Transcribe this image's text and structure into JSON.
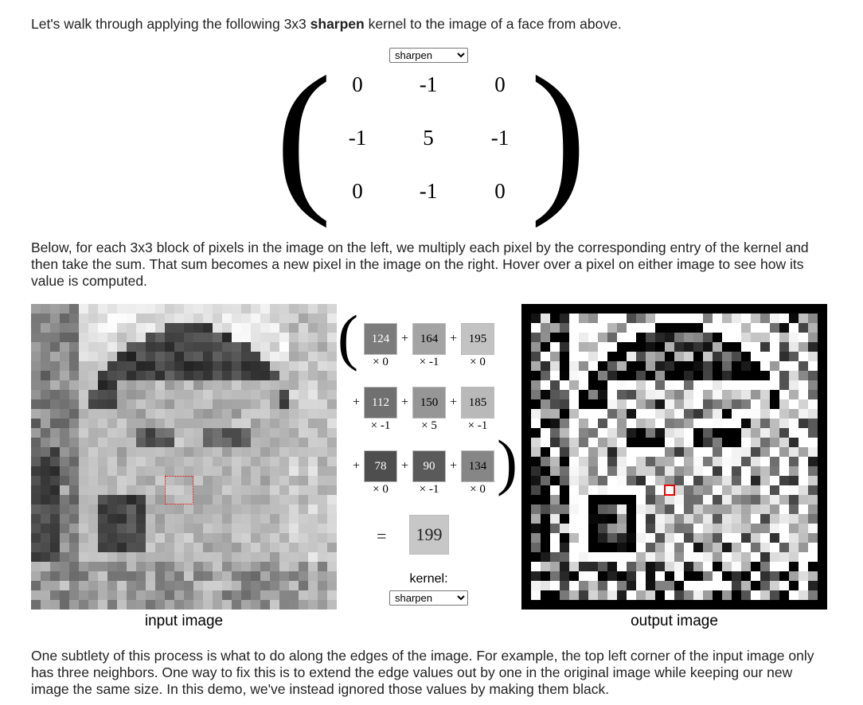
{
  "intro": {
    "before": "Let's walk through applying the following 3x3 ",
    "bold": "sharpen",
    "after": " kernel to the image of a face from above."
  },
  "kernel_select": {
    "selected": "sharpen",
    "options": [
      "sharpen"
    ]
  },
  "kernel_matrix": [
    [
      "0",
      "-1",
      "0"
    ],
    [
      "-1",
      "5",
      "-1"
    ],
    [
      "0",
      "-1",
      "0"
    ]
  ],
  "explanation": "Below, for each 3x3 block of pixels in the image on the left, we multiply each pixel by the corresponding entry of the kernel and then take the sum. That sum becomes a new pixel in the image on the right. Hover over a pixel on either image to see how its value is computed.",
  "computation": {
    "pixels": [
      [
        124,
        164,
        195
      ],
      [
        112,
        150,
        185
      ],
      [
        78,
        90,
        134
      ]
    ],
    "multipliers": [
      [
        "× 0",
        "× -1",
        "× 0"
      ],
      [
        "× -1",
        "× 5",
        "× -1"
      ],
      [
        "× 0",
        "× -1",
        "× 0"
      ]
    ],
    "plus": "+",
    "equals": "=",
    "result": "199"
  },
  "kernel_label": "kernel:",
  "captions": {
    "input": "input image",
    "output": "output image"
  },
  "edges_note": "One subtlety of this process is what to do along the edges of the image. For example, the top left corner of the input image only has three neighbors. One way to fix this is to extend the edge values out by one in the original image while keeping our new image the same size. In this demo, we've instead ignored those values by making them black.",
  "colors": {
    "highlight": "#e00000",
    "box_border": "#bbbbbb"
  }
}
